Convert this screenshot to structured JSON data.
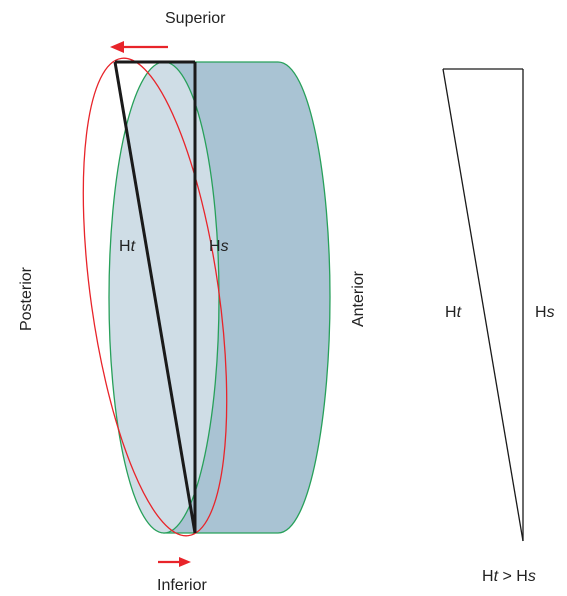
{
  "labels": {
    "superior": "Superior",
    "inferior": "Inferior",
    "posterior": "Posterior",
    "anterior": "Anterior"
  },
  "cylinder_labels": {
    "ht_prefix": "H",
    "ht_suffix": "t",
    "hs_prefix": "H",
    "hs_suffix": "s"
  },
  "triangle_labels": {
    "ht_prefix": "H",
    "ht_suffix": "t",
    "hs_prefix": "H",
    "hs_suffix": "s"
  },
  "comparison": {
    "left_prefix": "H",
    "left_suffix": "t",
    "middle": " > H",
    "right_suffix": "s"
  },
  "colors": {
    "cylinder_body": "#a9c3d3",
    "cylinder_face": "#cfdde6",
    "cylinder_outline": "#27a05a",
    "tilted_ellipse": "#e8242a",
    "arrow": "#e8242a",
    "lines": "#1a1a1a"
  }
}
